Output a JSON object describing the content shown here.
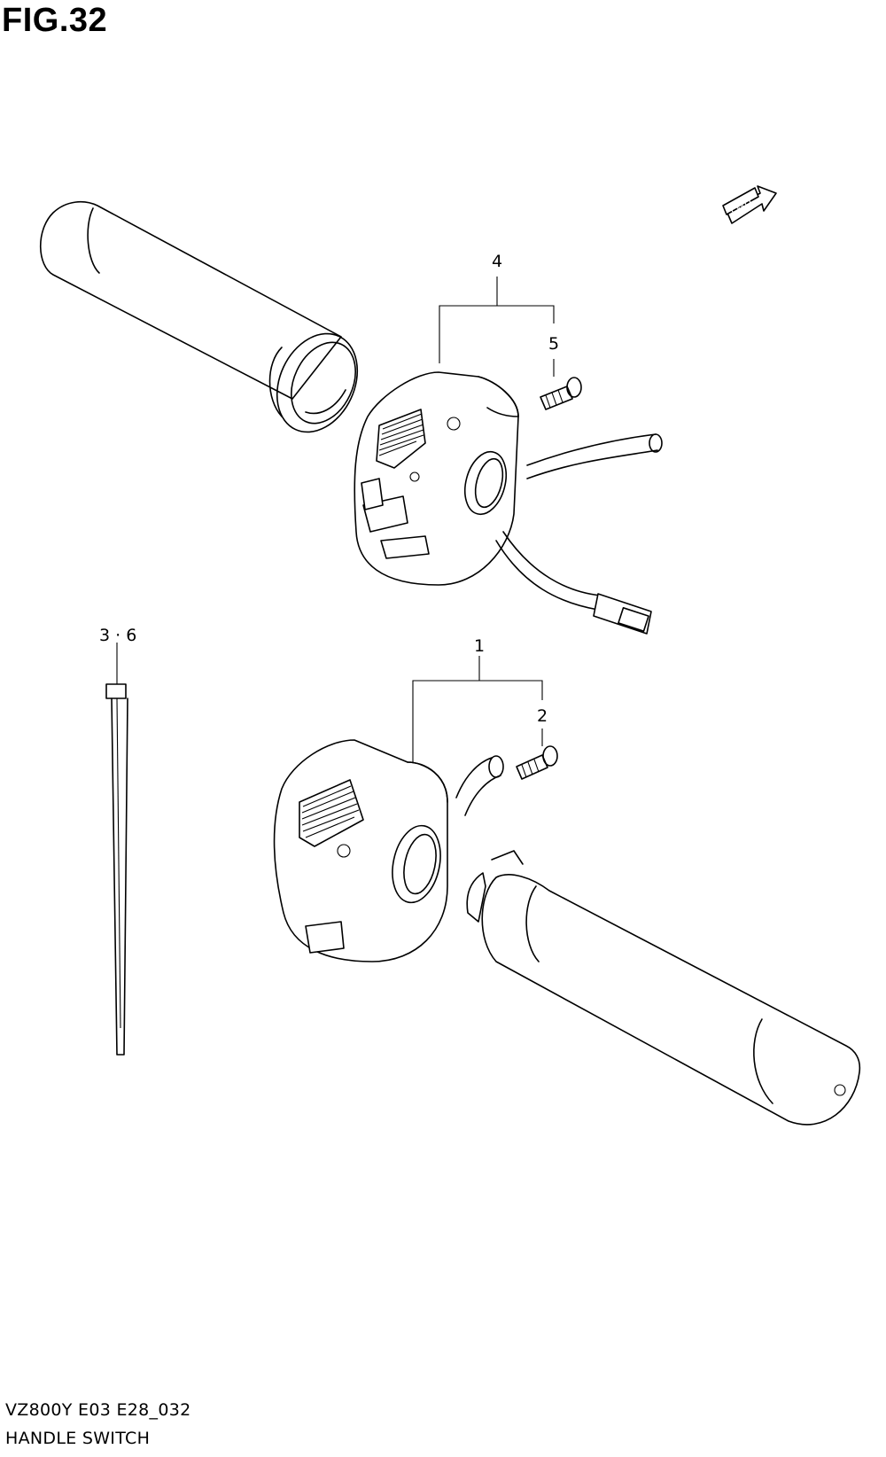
{
  "figure": {
    "title": "FIG.32"
  },
  "fwd_label": "FWD",
  "callouts": [
    {
      "id": "callout-4",
      "label": "4"
    },
    {
      "id": "callout-5",
      "label": "5"
    },
    {
      "id": "callout-3-6",
      "label": "3 · 6"
    },
    {
      "id": "callout-1",
      "label": "1"
    },
    {
      "id": "callout-2",
      "label": "2"
    }
  ],
  "footer": {
    "code": "VZ800Y E03 E28_032",
    "name": "HANDLE SWITCH"
  }
}
